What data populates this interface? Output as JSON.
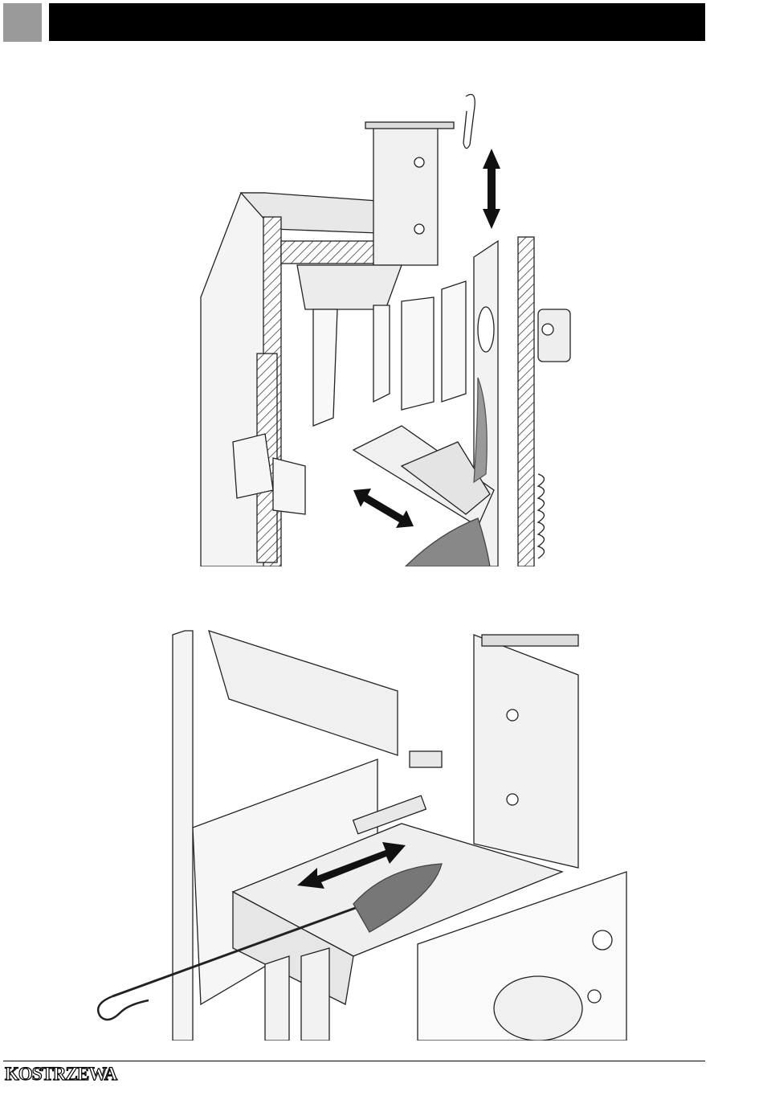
{
  "header": {
    "tab_color": "#9a9a9a",
    "bar_color": "#000000"
  },
  "figures": [
    {
      "id": "boiler-cutaway",
      "description_icon": "boiler-cross-section-illustration"
    },
    {
      "id": "burner-grate-cleaning",
      "description_icon": "burner-cleaning-illustration"
    }
  ],
  "footer": {
    "logo_text": "KOSTRZEWA"
  }
}
